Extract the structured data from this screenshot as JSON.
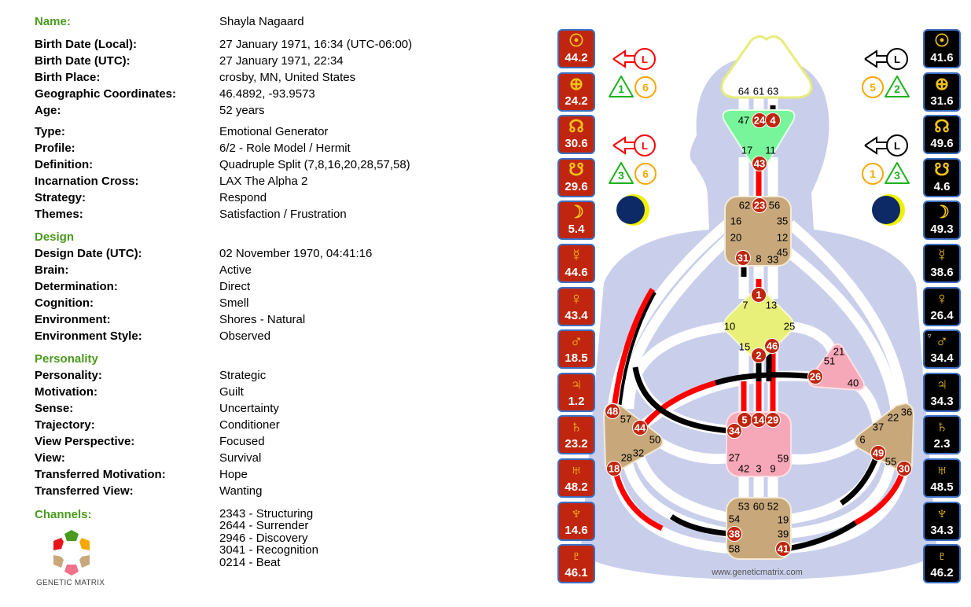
{
  "profile": {
    "name_label": "Name:",
    "name": "Shayla Nagaard",
    "rows_a": [
      {
        "label": "Birth Date (Local):",
        "value": "27 January 1971, 16:34 (UTC-06:00)"
      },
      {
        "label": "Birth Date (UTC):",
        "value": "27 January 1971, 22:34"
      },
      {
        "label": "Birth Place:",
        "value": "crosby, MN, United States"
      },
      {
        "label": "Geographic Coordinates:",
        "value": "46.4892, -93.9573"
      },
      {
        "label": "Age:",
        "value": "52 years"
      }
    ],
    "rows_b": [
      {
        "label": "Type:",
        "value": "Emotional Generator"
      },
      {
        "label": "Profile:",
        "value": "6/2 - Role Model / Hermit"
      },
      {
        "label": "Definition:",
        "value": "Quadruple Split (7,8,16,20,28,57,58)"
      },
      {
        "label": "Incarnation Cross:",
        "value": "LAX The Alpha 2"
      },
      {
        "label": "Strategy:",
        "value": "Respond"
      },
      {
        "label": "Themes:",
        "value": "Satisfaction / Frustration"
      }
    ],
    "design_header": "Design",
    "rows_design": [
      {
        "label": "Design Date (UTC):",
        "value": "02 November 1970, 04:41:16"
      },
      {
        "label": "Brain:",
        "value": "Active"
      },
      {
        "label": "Determination:",
        "value": "Direct"
      },
      {
        "label": "Cognition:",
        "value": "Smell"
      },
      {
        "label": "Environment:",
        "value": "Shores - Natural"
      },
      {
        "label": "Environment Style:",
        "value": "Observed"
      }
    ],
    "personality_header": "Personality",
    "rows_personality": [
      {
        "label": "Personality:",
        "value": "Strategic"
      },
      {
        "label": "Motivation:",
        "value": "Guilt"
      },
      {
        "label": "Sense:",
        "value": "Uncertainty"
      },
      {
        "label": "Trajectory:",
        "value": "Conditioner"
      },
      {
        "label": "View Perspective:",
        "value": "Focused"
      },
      {
        "label": "View:",
        "value": "Survival"
      },
      {
        "label": "Transferred Motivation:",
        "value": "Hope"
      },
      {
        "label": "Transferred View:",
        "value": "Wanting"
      }
    ],
    "channels_header": "Channels:",
    "channels": [
      "2343 - Structuring",
      "2644 - Surrender",
      "2946 - Discovery",
      "3041 - Recognition",
      "0214 - Beat"
    ]
  },
  "logo": {
    "text": "GENETIC MATRIX"
  },
  "watermark": "www.geneticmatrix.com",
  "design_planets": [
    {
      "planet": "sun",
      "glyph": "☉",
      "value": "44.2"
    },
    {
      "planet": "earth",
      "glyph": "⊕",
      "value": "24.2"
    },
    {
      "planet": "north-node",
      "glyph": "☊",
      "value": "30.6"
    },
    {
      "planet": "south-node",
      "glyph": "☋",
      "value": "29.6"
    },
    {
      "planet": "moon",
      "glyph": "☽",
      "value": "5.4"
    },
    {
      "planet": "mercury",
      "glyph": "☿",
      "value": "44.6"
    },
    {
      "planet": "venus",
      "glyph": "♀",
      "value": "43.4"
    },
    {
      "planet": "mars",
      "glyph": "♂",
      "value": "18.5"
    },
    {
      "planet": "jupiter",
      "glyph": "♃",
      "value": "1.2"
    },
    {
      "planet": "saturn",
      "glyph": "♄",
      "value": "23.2"
    },
    {
      "planet": "uranus",
      "glyph": "♅",
      "value": "48.2"
    },
    {
      "planet": "neptune",
      "glyph": "♆",
      "value": "14.6"
    },
    {
      "planet": "pluto",
      "glyph": "♇",
      "value": "46.1"
    }
  ],
  "personality_planets": [
    {
      "planet": "sun",
      "glyph": "☉",
      "value": "41.6"
    },
    {
      "planet": "earth",
      "glyph": "⊕",
      "value": "31.6"
    },
    {
      "planet": "north-node",
      "glyph": "☊",
      "value": "49.6"
    },
    {
      "planet": "south-node",
      "glyph": "☋",
      "value": "4.6"
    },
    {
      "planet": "moon",
      "glyph": "☽",
      "value": "49.3"
    },
    {
      "planet": "mercury",
      "glyph": "☿",
      "value": "38.6"
    },
    {
      "planet": "venus",
      "glyph": "♀",
      "value": "26.4"
    },
    {
      "planet": "mars",
      "glyph": "♂",
      "value": "34.4",
      "marker": "▿"
    },
    {
      "planet": "jupiter",
      "glyph": "♃",
      "value": "34.3"
    },
    {
      "planet": "saturn",
      "glyph": "♄",
      "value": "2.3"
    },
    {
      "planet": "uranus",
      "glyph": "♅",
      "value": "48.5"
    },
    {
      "planet": "neptune",
      "glyph": "♆",
      "value": "34.3"
    },
    {
      "planet": "pluto",
      "glyph": "♇",
      "value": "46.2"
    }
  ],
  "variables": {
    "left": {
      "arrow_letter": "L",
      "tone_top": "1",
      "color_top": "6",
      "tone_bottom": "3",
      "color_bottom": "6"
    },
    "right": {
      "arrow_letter": "L",
      "color_top": "5",
      "tone_top": "2",
      "color_bottom": "1",
      "tone_bottom": "3"
    }
  },
  "colors": {
    "design": "#c0260f",
    "personality": "#000000",
    "accent_green": "#4a9a1e",
    "body": "#c9cfeb",
    "gold": "#f2c21b"
  },
  "gates": [
    {
      "n": "64",
      "a": false
    },
    {
      "n": "61",
      "a": false
    },
    {
      "n": "63",
      "a": false
    },
    {
      "n": "47",
      "a": false
    },
    {
      "n": "24",
      "a": true
    },
    {
      "n": "4",
      "a": true
    },
    {
      "n": "17",
      "a": false
    },
    {
      "n": "11",
      "a": false
    },
    {
      "n": "43",
      "a": true
    },
    {
      "n": "62",
      "a": false
    },
    {
      "n": "23",
      "a": true
    },
    {
      "n": "56",
      "a": false
    },
    {
      "n": "16",
      "a": false
    },
    {
      "n": "35",
      "a": false
    },
    {
      "n": "20",
      "a": false
    },
    {
      "n": "12",
      "a": false
    },
    {
      "n": "45",
      "a": false
    },
    {
      "n": "31",
      "a": true
    },
    {
      "n": "8",
      "a": false
    },
    {
      "n": "33",
      "a": false
    },
    {
      "n": "1",
      "a": true
    },
    {
      "n": "7",
      "a": false
    },
    {
      "n": "13",
      "a": false
    },
    {
      "n": "10",
      "a": false
    },
    {
      "n": "25",
      "a": false
    },
    {
      "n": "15",
      "a": false
    },
    {
      "n": "2",
      "a": true
    },
    {
      "n": "46",
      "a": true
    },
    {
      "n": "21",
      "a": false
    },
    {
      "n": "51",
      "a": false
    },
    {
      "n": "26",
      "a": true
    },
    {
      "n": "40",
      "a": false
    },
    {
      "n": "48",
      "a": true
    },
    {
      "n": "57",
      "a": false
    },
    {
      "n": "44",
      "a": true
    },
    {
      "n": "50",
      "a": false
    },
    {
      "n": "32",
      "a": false
    },
    {
      "n": "28",
      "a": false
    },
    {
      "n": "18",
      "a": true
    },
    {
      "n": "5",
      "a": true
    },
    {
      "n": "14",
      "a": true
    },
    {
      "n": "29",
      "a": true
    },
    {
      "n": "34",
      "a": true
    },
    {
      "n": "27",
      "a": false
    },
    {
      "n": "42",
      "a": false
    },
    {
      "n": "3",
      "a": false
    },
    {
      "n": "9",
      "a": false
    },
    {
      "n": "59",
      "a": false
    },
    {
      "n": "36",
      "a": false
    },
    {
      "n": "22",
      "a": false
    },
    {
      "n": "37",
      "a": false
    },
    {
      "n": "6",
      "a": false
    },
    {
      "n": "49",
      "a": true
    },
    {
      "n": "55",
      "a": false
    },
    {
      "n": "30",
      "a": true
    },
    {
      "n": "53",
      "a": false
    },
    {
      "n": "60",
      "a": false
    },
    {
      "n": "52",
      "a": false
    },
    {
      "n": "54",
      "a": false
    },
    {
      "n": "19",
      "a": false
    },
    {
      "n": "38",
      "a": true
    },
    {
      "n": "39",
      "a": false
    },
    {
      "n": "58",
      "a": false
    },
    {
      "n": "41",
      "a": true
    }
  ]
}
